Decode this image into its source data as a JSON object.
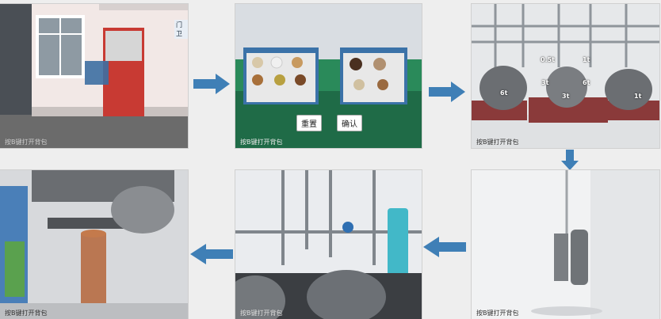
{
  "panels": {
    "p1": {
      "hint": "按B键打开背包",
      "door_sign": "门卫"
    },
    "p2": {
      "hint": "按B键打开背包",
      "reset_label": "重置",
      "confirm_label": "确认"
    },
    "p3": {
      "hint": "按B键打开背包",
      "tank_labels": [
        "0.5t",
        "1t",
        "3t",
        "6t",
        "6t",
        "3t",
        "1t"
      ]
    },
    "p4": {
      "hint": "按B键打开背包"
    },
    "p5": {
      "hint": "按B键打开背包"
    },
    "p6": {
      "hint": "按B键打开背包"
    }
  },
  "colors": {
    "arrow": "#3f7fb6"
  }
}
